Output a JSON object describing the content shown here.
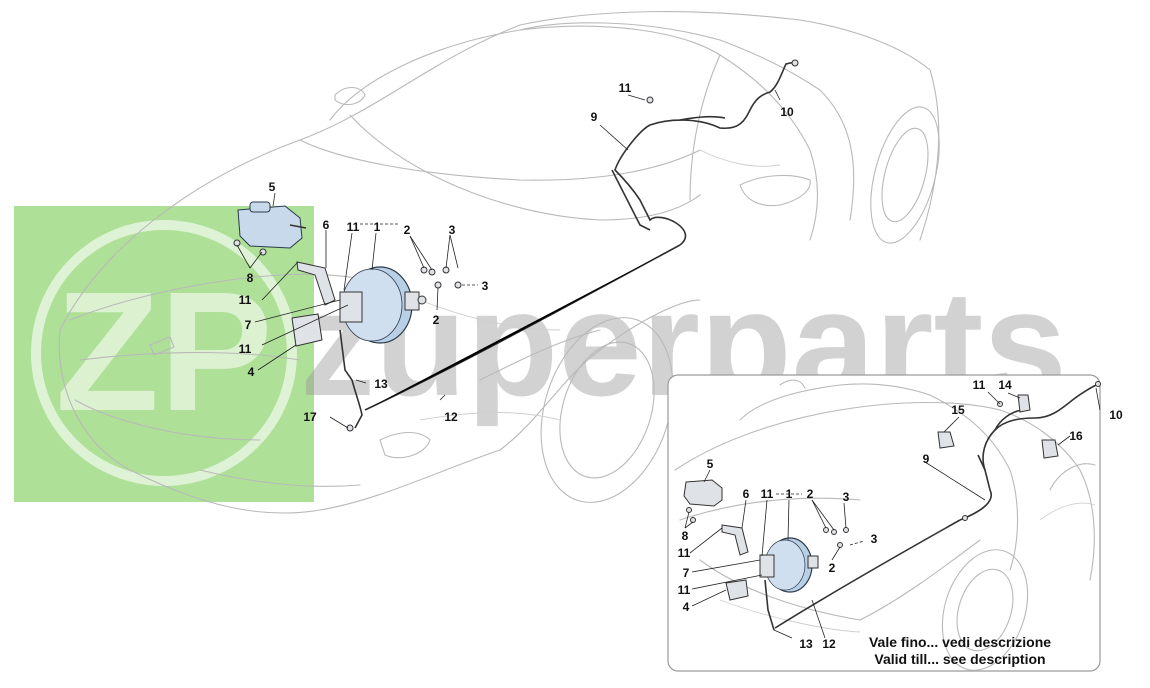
{
  "watermark": {
    "logo_text": "ZP",
    "brand_text": "zuperparts",
    "logo_color": "#5cbf3a",
    "brand_color": "#8a8a8a"
  },
  "callouts_main": [
    "5",
    "8",
    "6",
    "11",
    "1",
    "2",
    "3",
    "3",
    "2",
    "11",
    "7",
    "11",
    "4",
    "13",
    "12",
    "17",
    "9",
    "11",
    "10"
  ],
  "callouts_inset": [
    "5",
    "8",
    "6",
    "11",
    "1",
    "2",
    "3",
    "3",
    "2",
    "11",
    "7",
    "11",
    "4",
    "13",
    "12",
    "9",
    "11",
    "14",
    "10",
    "15",
    "16"
  ],
  "inset_note": {
    "line1": "Vale fino... vedi descrizione",
    "line2": "Valid till... see description"
  },
  "colors": {
    "booster": "#b8cfe6",
    "reservoir": "#c9d9ec",
    "lines": "#b9b9b9"
  }
}
